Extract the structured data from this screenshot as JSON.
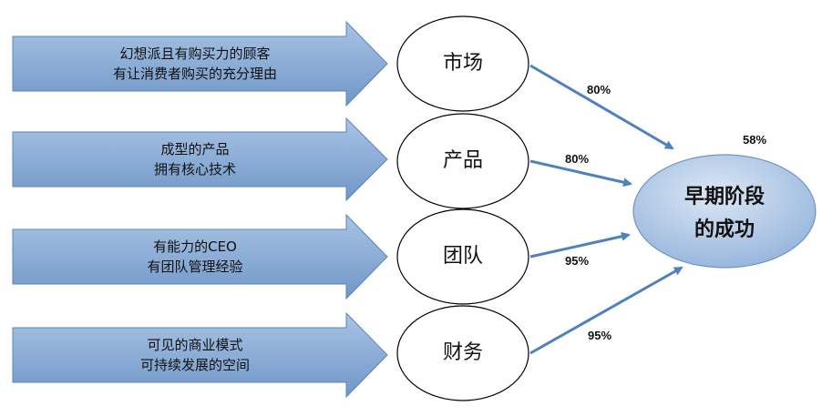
{
  "colors": {
    "arrow_fill_top": "#a9c4e4",
    "arrow_fill_bottom": "#6f97c8",
    "arrow_stroke": "#5b84b8",
    "connector": "#4f81bd",
    "target_fill_light": "#dce7f4",
    "target_fill_dark": "#8eb0da"
  },
  "factors": [
    {
      "lines": [
        "幻想派且有购买力的顾客",
        "有让消费者购买的充分理由"
      ],
      "node": "市场",
      "percent": "80%"
    },
    {
      "lines": [
        "成型的产品",
        "拥有核心技术"
      ],
      "node": "产品",
      "percent": "80%"
    },
    {
      "lines": [
        "有能力的CEO",
        "有团队管理经验"
      ],
      "node": "团队",
      "percent": "95%"
    },
    {
      "lines": [
        "可见的商业模式",
        "可持续发展的空间"
      ],
      "node": "财务",
      "percent": "95%"
    }
  ],
  "target": {
    "lines": [
      "早期阶段",
      "的成功"
    ],
    "percent": "58%"
  }
}
